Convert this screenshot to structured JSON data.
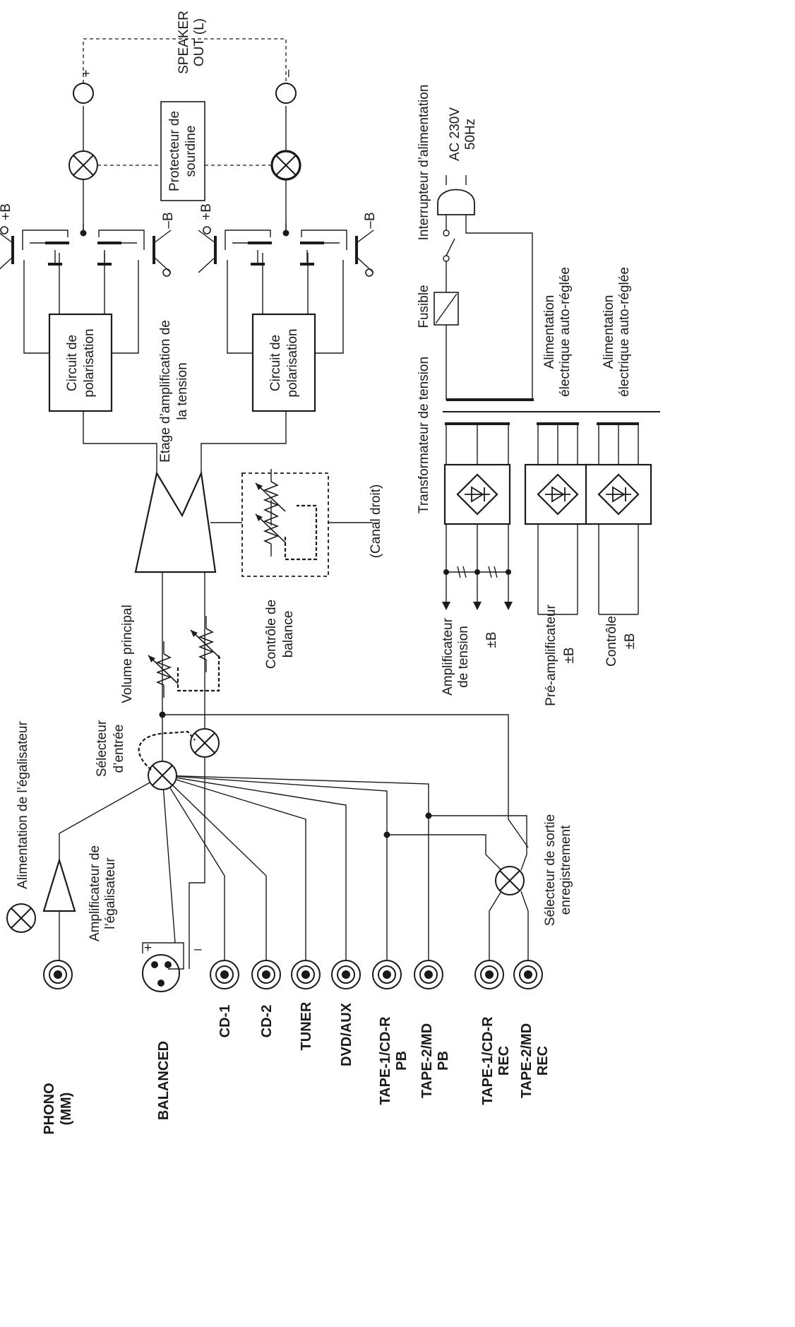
{
  "inputs": {
    "phono": [
      "PHONO",
      "(MM)"
    ],
    "balanced": "BALANCED",
    "cd1": "CD-1",
    "cd2": "CD-2",
    "tuner": "TUNER",
    "dvd_aux": "DVD/AUX",
    "tape1_pb": [
      "TAPE-1/CD-R",
      "PB"
    ],
    "tape2_pb": [
      "TAPE-2/MD",
      "PB"
    ],
    "tape1_rec": [
      "TAPE-1/CD-R",
      "REC"
    ],
    "tape2_rec": [
      "TAPE-2/MD",
      "REC"
    ]
  },
  "labels": {
    "phono_eq_power": "Alimentation de l’égalisateur",
    "eq_amp": [
      "Amplificateur de",
      "l’égalisateur"
    ],
    "balanced_plus": "+",
    "balanced_minus": "–",
    "input_selector": [
      "Sélecteur",
      "d’entrée"
    ],
    "master_volume": "Volume principal",
    "balance_control": [
      "Contrôle de",
      "balance"
    ],
    "right_channel": "(Canal droit)",
    "voltage_amp_stage": [
      "Etage d’amplification de",
      "la tension"
    ],
    "bias_circuit": [
      "Circuit de",
      "polarisation"
    ],
    "plus_b": "+B",
    "minus_b": "–B",
    "mute_protector": [
      "Protecteur de",
      "sourdine"
    ],
    "speaker_out": [
      "SPEAKER",
      "OUT (L)"
    ],
    "speaker_plus": "+",
    "speaker_minus": "–",
    "rec_out_selector": [
      "Sélecteur de sortie",
      "enregistrement"
    ],
    "voltage_amp_supply": [
      "Amplificateur",
      "de tension",
      "±B"
    ],
    "preamp_supply": [
      "Pré-amplificateur",
      "±B"
    ],
    "control_supply": [
      "Contrôle",
      "±B"
    ],
    "transformer": "Transformateur de tension",
    "fuse": "Fusible",
    "power_switch": "Interrupteur d’alimentation",
    "ac_power": [
      "AC 230V",
      "50Hz"
    ],
    "self_regulated_1": [
      "Alimentation",
      "électrique auto-réglée"
    ],
    "self_regulated_2": [
      "Alimentation",
      "électrique auto-réglée"
    ]
  }
}
